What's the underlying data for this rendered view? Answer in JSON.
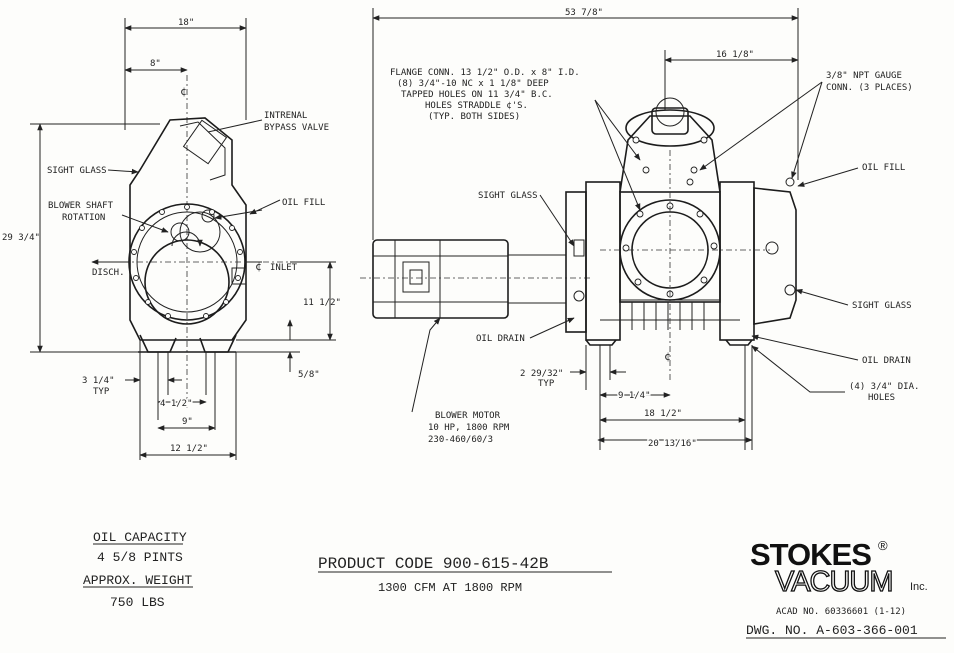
{
  "left_view": {
    "dims": {
      "overall_width": "18\"",
      "half_width": "8\"",
      "height": "29 3/4\"",
      "inlet_height": "11 1/2\"",
      "base_offset": "5/8\"",
      "foot_spacing_typ": "3 1/4\"",
      "typ": "TYP",
      "foot_a": "4 1/2\"",
      "foot_b": "9\"",
      "base_width": "12 1/2\""
    },
    "labels": {
      "bypass_1": "INTRENAL",
      "bypass_2": "BYPASS VALVE",
      "sight_glass": "SIGHT GLASS",
      "rotation_1": "BLOWER SHAFT",
      "rotation_2": "ROTATION",
      "oil_fill": "OIL FILL",
      "disch": "DISCH.",
      "inlet": "INLET"
    }
  },
  "right_view": {
    "dims": {
      "overall_length": "53 7/8\"",
      "flange_offset": "16 1/8\"",
      "foot_spacing": "2 29/32\"",
      "typ": "TYP",
      "d1": "9 1/4\"",
      "d2": "18 1/2\"",
      "d3": "20 13/16\""
    },
    "labels": {
      "flange_1": "FLANGE CONN. 13 1/2\" O.D. x 8\" I.D.",
      "flange_2": "(8) 3/4\"-10 NC x 1 1/8\" DEEP",
      "flange_3": "TAPPED HOLES ON 11 3/4\" B.C.",
      "flange_4": "HOLES STRADDLE ¢'S.",
      "flange_5": "(TYP. BOTH SIDES)",
      "gauge_1": "3/8\" NPT GAUGE",
      "gauge_2": "CONN. (3 PLACES)",
      "oil_fill": "OIL FILL",
      "sight_glass_left": "SIGHT GLASS",
      "sight_glass_right": "SIGHT GLASS",
      "oil_drain_left": "OIL DRAIN",
      "oil_drain_right": "OIL DRAIN",
      "holes_1": "(4) 3/4\" DIA.",
      "holes_2": "HOLES",
      "motor_1": "BLOWER MOTOR",
      "motor_2": "10 HP, 1800 RPM",
      "motor_3": "230-460/60/3"
    }
  },
  "specs": {
    "oil_capacity_label": "OIL CAPACITY",
    "oil_capacity_value": "4 5/8 PINTS",
    "weight_label": "APPROX. WEIGHT",
    "weight_value": "750 LBS"
  },
  "product": {
    "code": "PRODUCT CODE 900-615-42B",
    "rating": "1300 CFM AT 1800 RPM"
  },
  "title_block": {
    "brand_1": "STOKES",
    "registered": "®",
    "brand_2": "VACUUM",
    "inc": "Inc.",
    "acad": "ACAD NO. 60336601 (1-12)",
    "dwg": "DWG. NO. A-603-366-001"
  }
}
